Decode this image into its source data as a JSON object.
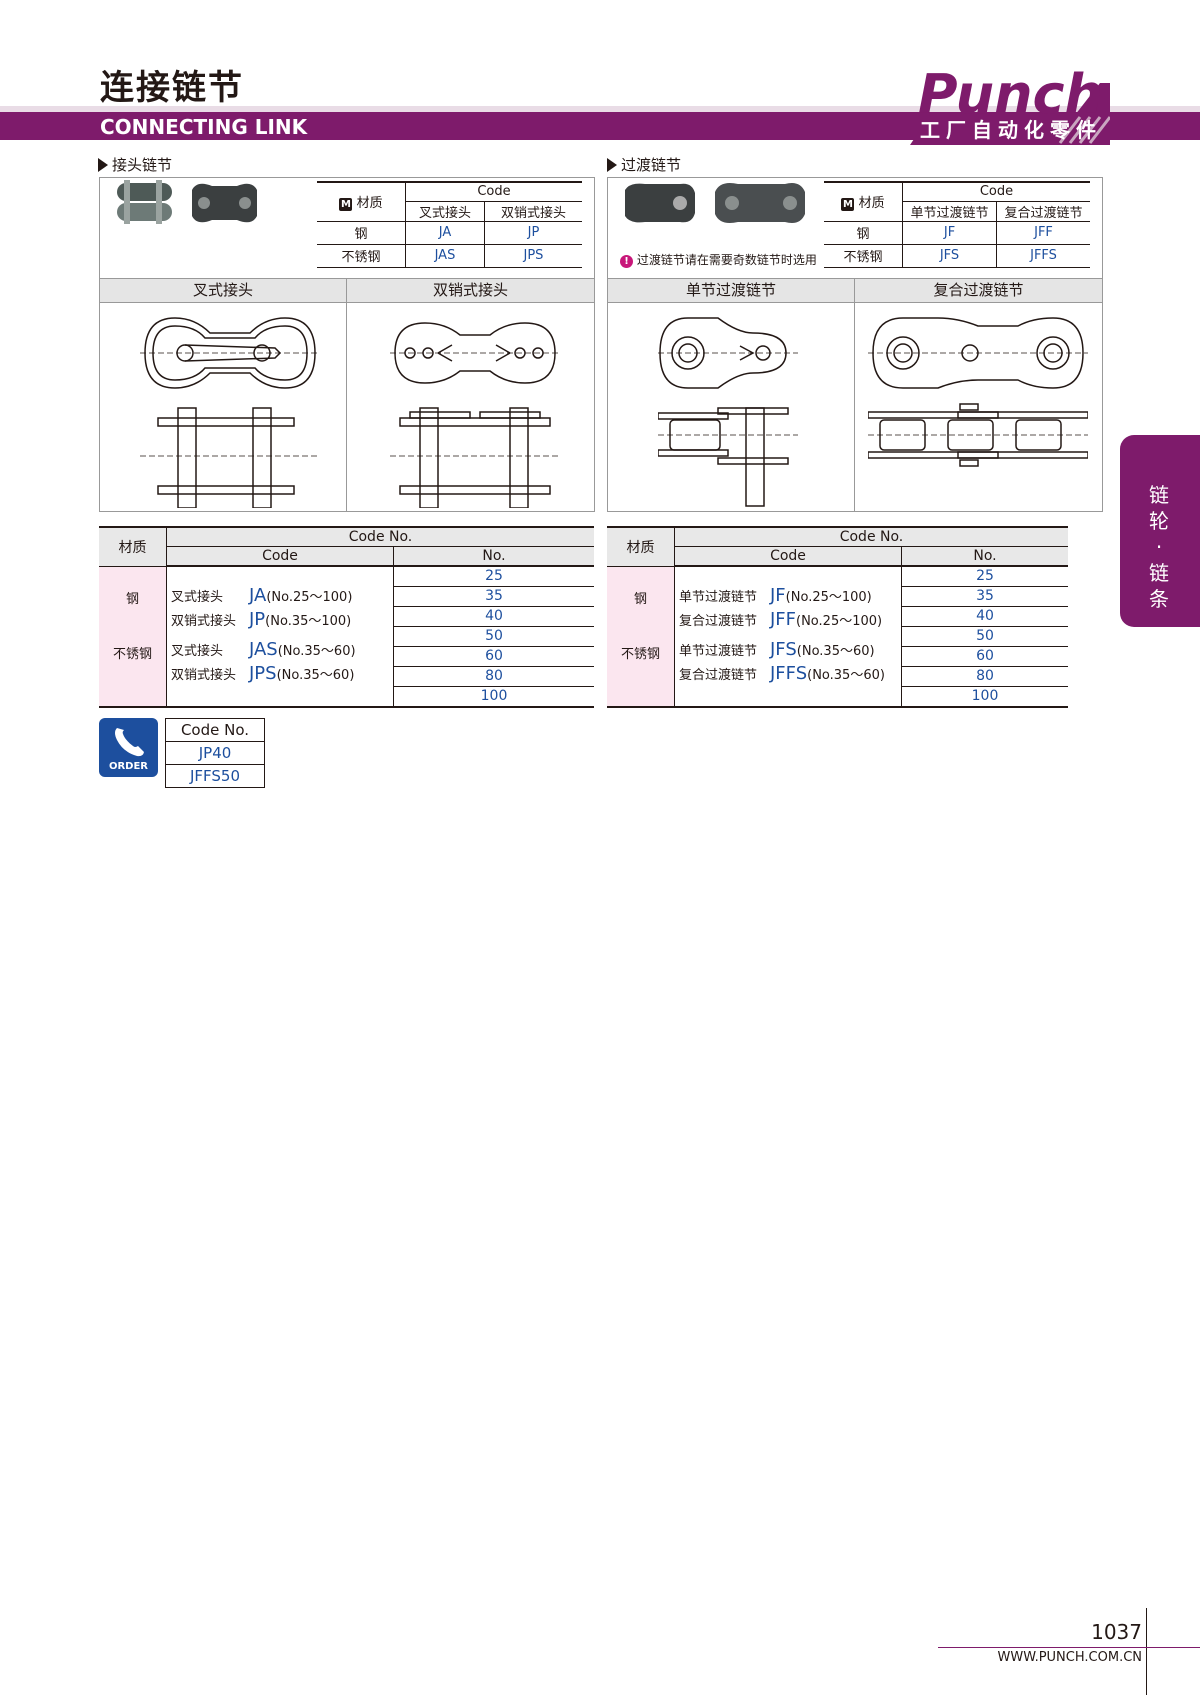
{
  "header": {
    "title_cn": "连接链节",
    "title_en": "CONNECTING LINK",
    "brand": "Punch",
    "brand_sub": "工厂自动化零件"
  },
  "side_tab": {
    "label": "链轮·链条"
  },
  "left": {
    "section": "接头链节",
    "code_table": {
      "material_header": "材质",
      "material_badge": "M",
      "code_header": "Code",
      "col1": "叉式接头",
      "col2": "双销式接头",
      "rows": [
        {
          "material": "钢",
          "c1": "JA",
          "c2": "JP"
        },
        {
          "material": "不锈钢",
          "c1": "JAS",
          "c2": "JPS"
        }
      ]
    },
    "drawings": [
      "叉式接头",
      "双销式接头"
    ]
  },
  "right": {
    "section": "过渡链节",
    "note": "过渡链节请在需要奇数链节时选用",
    "code_table": {
      "material_header": "材质",
      "material_badge": "M",
      "code_header": "Code",
      "col1": "单节过渡链节",
      "col2": "复合过渡链节",
      "rows": [
        {
          "material": "钢",
          "c1": "JF",
          "c2": "JFF"
        },
        {
          "material": "不锈钢",
          "c1": "JFS",
          "c2": "JFFS"
        }
      ]
    },
    "drawings": [
      "单节过渡链节",
      "复合过渡链节"
    ]
  },
  "spec_left": {
    "material_header": "材质",
    "codeno_header": "Code No.",
    "code_header": "Code",
    "no_header": "No.",
    "mat1": "钢",
    "mat2": "不锈钢",
    "lines": [
      {
        "name": "叉式接头",
        "code": "JA",
        "range": "(No.25～100)"
      },
      {
        "name": "双销式接头",
        "code": "JP",
        "range": "(No.35～100)"
      },
      {
        "name": "叉式接头",
        "code": "JAS",
        "range": "(No.35～60)"
      },
      {
        "name": "双销式接头",
        "code": "JPS",
        "range": "(No.35～60)"
      }
    ],
    "numbers": [
      "25",
      "35",
      "40",
      "50",
      "60",
      "80",
      "100"
    ]
  },
  "spec_right": {
    "material_header": "材质",
    "codeno_header": "Code No.",
    "code_header": "Code",
    "no_header": "No.",
    "mat1": "钢",
    "mat2": "不锈钢",
    "lines": [
      {
        "name": "单节过渡链节",
        "code": "JF",
        "range": "(No.25～100)"
      },
      {
        "name": "复合过渡链节",
        "code": "JFF",
        "range": "(No.25～100)"
      },
      {
        "name": "单节过渡链节",
        "code": "JFS",
        "range": "(No.35～60)"
      },
      {
        "name": "复合过渡链节",
        "code": "JFFS",
        "range": "(No.35～60)"
      }
    ],
    "numbers": [
      "25",
      "35",
      "40",
      "50",
      "60",
      "80",
      "100"
    ]
  },
  "order": {
    "badge": "ORDER",
    "header": "Code No.",
    "examples": [
      "JP40",
      "JFFS50"
    ]
  },
  "footer": {
    "page": "1037",
    "url": "WWW.PUNCH.COM.CN"
  }
}
